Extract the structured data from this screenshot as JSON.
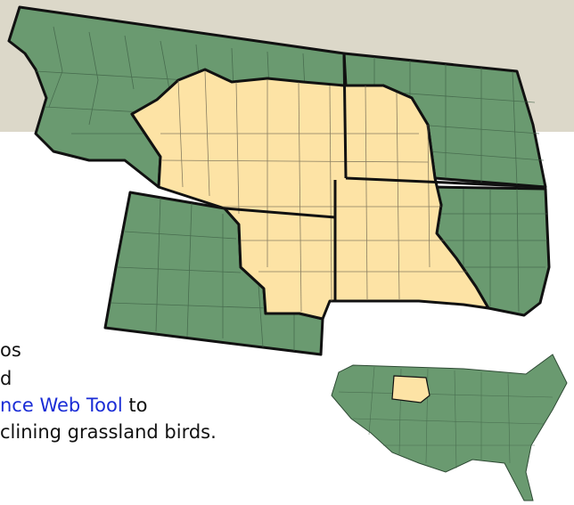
{
  "text": {
    "line1": "os",
    "line2": "d",
    "line3_link": "nce Web Tool",
    "line3_rest": " to",
    "line4": "clining grassland birds."
  },
  "colors": {
    "band": "#dcd8c9",
    "state_fill": "#6a9a70",
    "region_fill": "#fde3a5",
    "link": "#1a2cd6"
  },
  "map": {
    "icons": [
      "regional-states-map",
      "us-inset-map"
    ]
  }
}
